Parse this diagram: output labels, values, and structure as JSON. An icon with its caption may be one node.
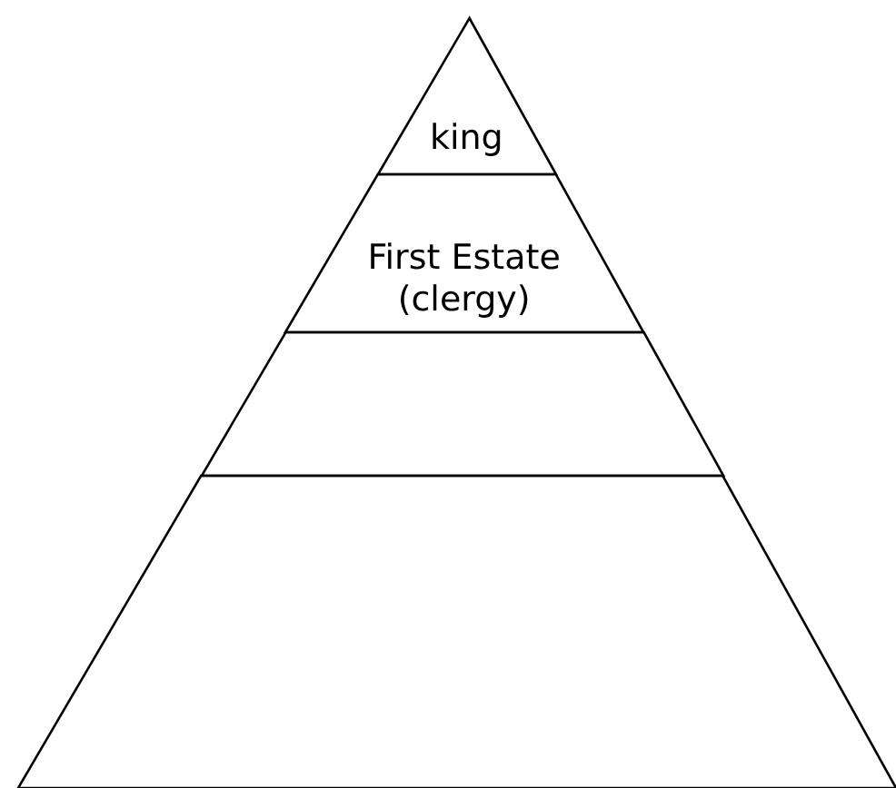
{
  "diagram": {
    "nodes": [
      {
        "text": [
          "king"
        ]
      },
      {
        "text": [
          "First Estate (clergy)"
        ]
      },
      {
        "text": [],
        "shape": "trapezoid"
      },
      {
        "text": [],
        "shape": "trapezoid"
      }
    ]
  }
}
